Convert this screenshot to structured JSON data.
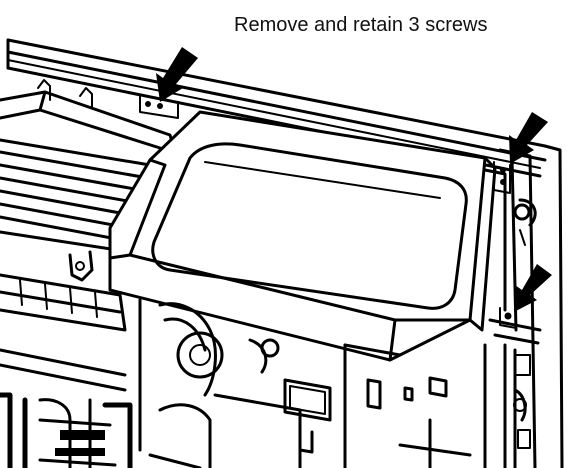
{
  "instruction": {
    "text": "Remove and retain 3 screws"
  },
  "colors": {
    "line": "#000000",
    "background": "#ffffff"
  },
  "callouts": [
    {
      "name": "screw-arrow-left"
    },
    {
      "name": "screw-arrow-right-upper"
    },
    {
      "name": "screw-arrow-right-lower"
    }
  ]
}
